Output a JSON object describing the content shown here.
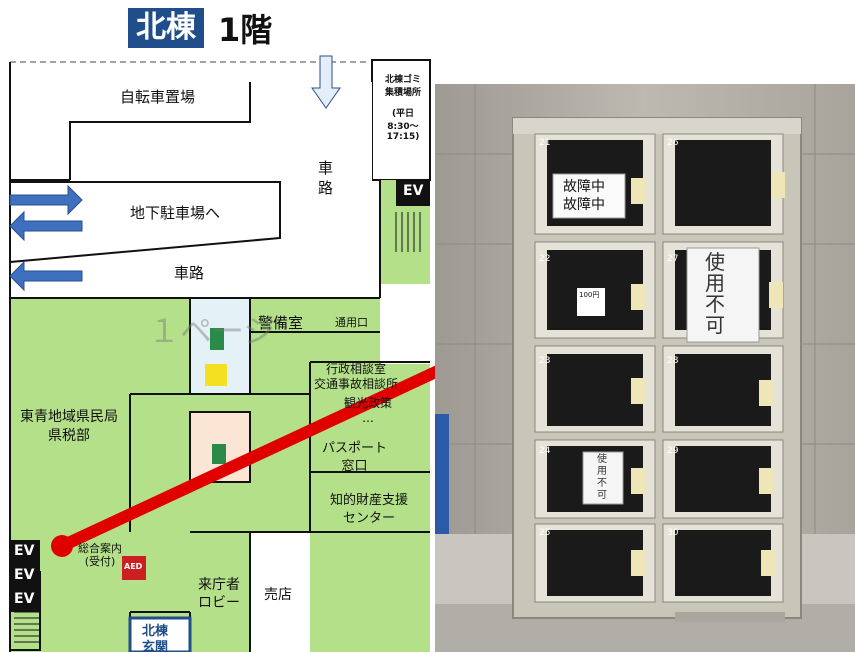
{
  "title": {
    "building": "北棟",
    "floor": "1階"
  },
  "map": {
    "bicycle_parking": "自転車置場",
    "garbage_area": {
      "line1": "北棟ゴミ",
      "line2": "集積場所",
      "line3": "(平日",
      "line4": "8:30～",
      "line5": "17:15)"
    },
    "road_vertical": {
      "line1": "車",
      "line2": "路"
    },
    "underground_parking": "地下駐車場へ",
    "road_horizontal": "車路",
    "ev_labels": [
      "EV",
      "EV",
      "EV",
      "EV"
    ],
    "guard_room": "警備室",
    "passage": "通用口",
    "page_watermark": "１ページ",
    "admin_consult": {
      "line1": "行政相談室",
      "line2": "交通事故相談所"
    },
    "tourism": {
      "line1": "観光政策",
      "line2": "…"
    },
    "passport": {
      "line1": "パスポート",
      "line2": "窓口"
    },
    "ip_center": {
      "line1": "知的財産支援",
      "line2": "センター"
    },
    "tax_office": {
      "line1": "東青地域県民局",
      "line2": "県税部"
    },
    "info_desk": {
      "line1": "総合案内",
      "line2": "(受付)"
    },
    "aed": "AED",
    "visitor_lobby": {
      "line1": "来庁者",
      "line2": "ロビー"
    },
    "shop": "売店",
    "north_entrance": {
      "line1": "北棟",
      "line2": "玄関"
    }
  },
  "lockers": {
    "left_numbers": [
      "21",
      "22",
      "23",
      "24",
      "25"
    ],
    "right_numbers": [
      "26",
      "27",
      "28",
      "29",
      "30"
    ],
    "sign_21": {
      "line1": "故障中",
      "line2": "故障中"
    },
    "sign_27": {
      "line1": "使",
      "line2": "用",
      "line3": "不",
      "line4": "可"
    },
    "sign_24": {
      "line1": "使",
      "line2": "用",
      "line3": "不",
      "line4": "可"
    },
    "coin_label": "100円"
  },
  "colors": {
    "map_green": "#b4e08a",
    "map_wall": "#111111",
    "arrow_blue": "#3f6fbf",
    "pointer_red": "#e00000",
    "title_blue": "#1f4e8a",
    "locker_body": "#c8c6b8"
  }
}
